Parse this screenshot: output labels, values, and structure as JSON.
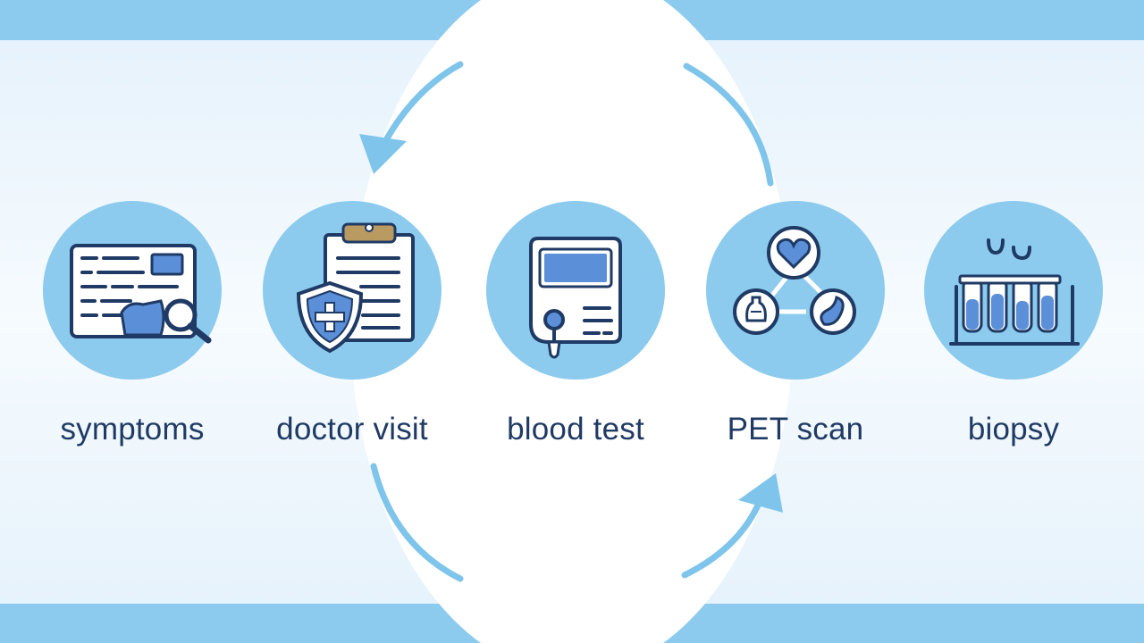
{
  "steps": [
    {
      "label": "symptoms",
      "icon": "symptom-report-magnifier-icon"
    },
    {
      "label": "doctor visit",
      "icon": "clipboard-shield-icon"
    },
    {
      "label": "blood test",
      "icon": "blood-test-device-icon"
    },
    {
      "label": "PET scan",
      "icon": "pet-scan-network-icon"
    },
    {
      "label": "biopsy",
      "icon": "test-tubes-icon"
    }
  ],
  "colors": {
    "circle": "#8ccbee",
    "band": "#8ccbee",
    "arrow": "#7fc4ea",
    "icon_stroke": "#1f3a64",
    "icon_accent": "#5b8fd8",
    "text": "#1f3a64"
  }
}
